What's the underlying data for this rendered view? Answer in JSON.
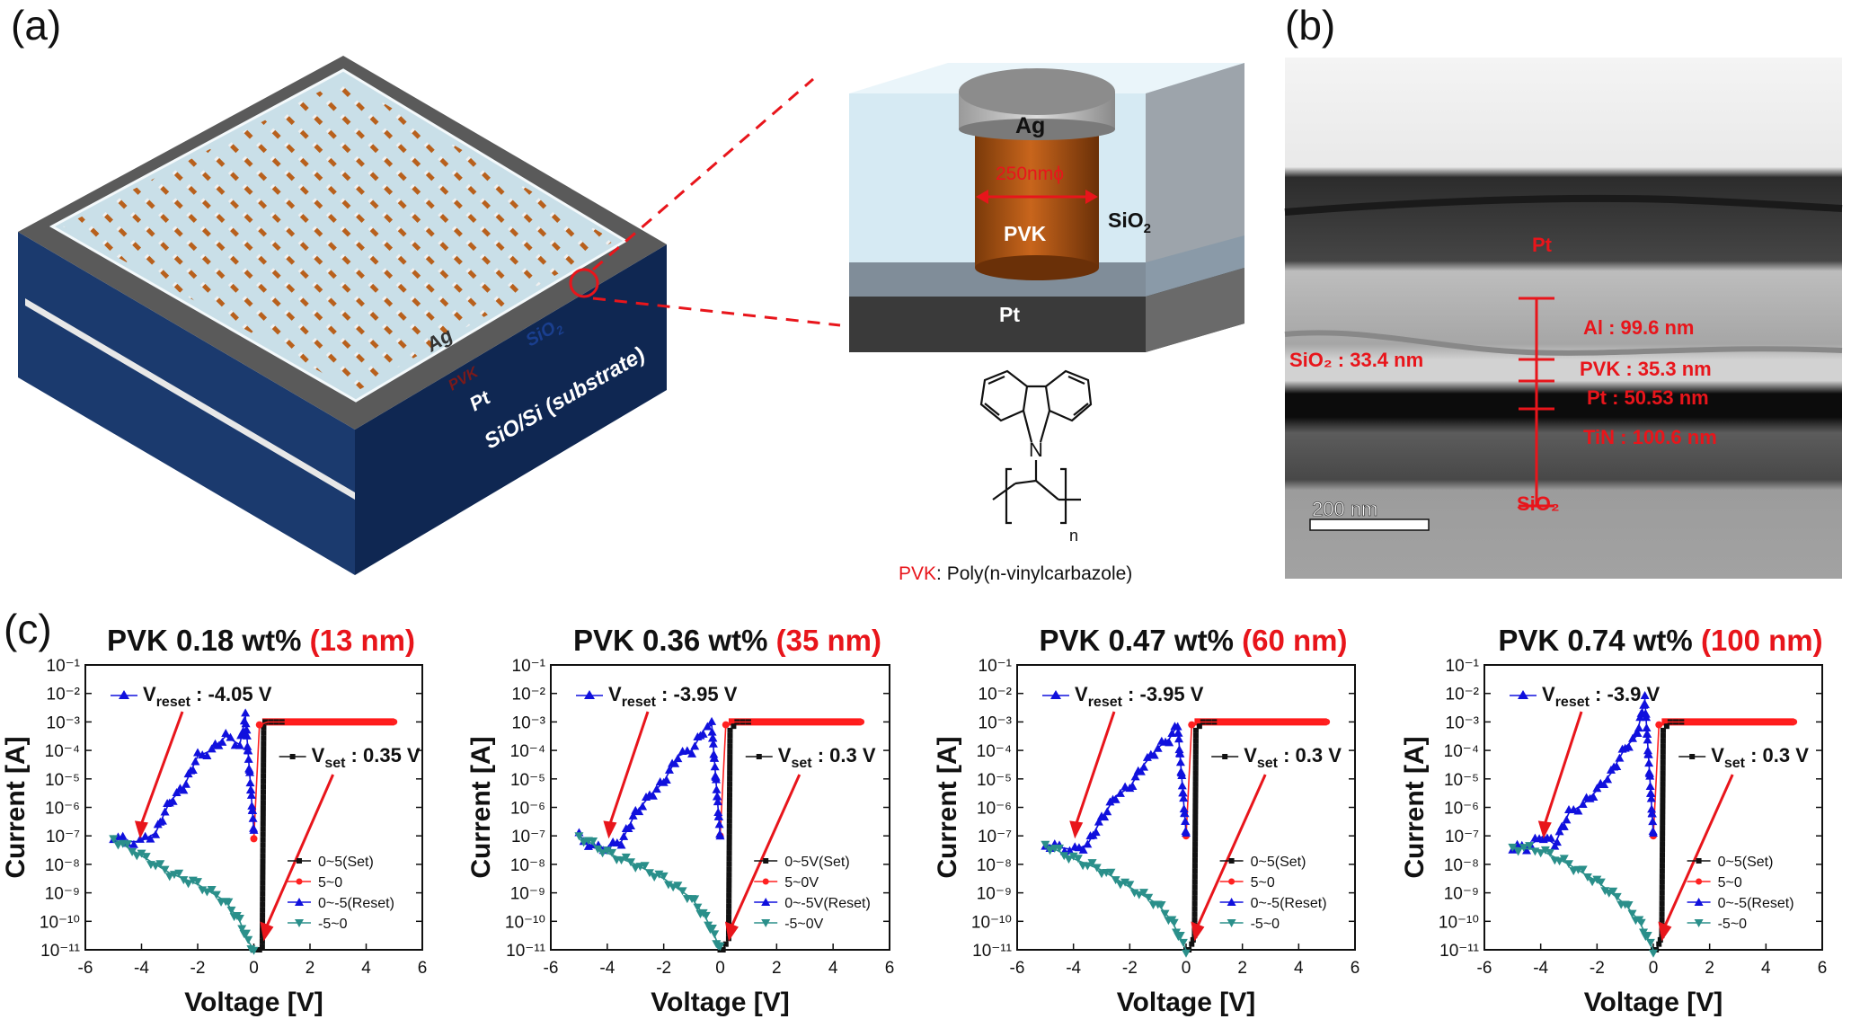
{
  "panel_labels": {
    "a": "(a)",
    "b": "(b)",
    "c": "(c)"
  },
  "panel_a": {
    "array_labels": {
      "ag": "Ag",
      "pvk": "PVK",
      "sio2": "SiO",
      "sio2_sub": "2",
      "pt": "Pt",
      "substrate": "SiO/Si (substrate)"
    },
    "cell_labels": {
      "ag": "Ag",
      "diameter": "250nmϕ",
      "pvk": "PVK",
      "sio2": "SiO",
      "sio2_sub": "2",
      "pt": "Pt"
    },
    "molecule": {
      "n_atom": "N",
      "repeat_n": "n"
    },
    "caption": {
      "red": "PVK",
      "rest": ": Poly(n-vinylcarbazole)"
    }
  },
  "panel_b": {
    "labels": {
      "pt": "Pt",
      "al": "Al : 99.6 nm",
      "sio2_thick": "SiO₂ : 33.4 nm",
      "pvk": "PVK : 35.3 nm",
      "pt_thick": "Pt : 50.53 nm",
      "tin": "TiN : 100.6 nm",
      "sio2_bottom": "SiO₂",
      "scale": "200 nm"
    }
  },
  "colors": {
    "red": "#e8151b",
    "set": "#111111",
    "reset_back": "#ff2020",
    "reset": "#1010dd",
    "neg": "#2a8f8a"
  },
  "chart_data": [
    {
      "type": "scatter",
      "title": "PVK 0.18 wt%",
      "title_highlight": "(13 nm)",
      "xlabel": "Voltage [V]",
      "ylabel": "Current [A]",
      "xlim": [
        -6,
        6
      ],
      "ylim_exp": [
        -11,
        -1
      ],
      "log_y": true,
      "xticks": [
        "-6",
        "-4",
        "-2",
        "0",
        "2",
        "4",
        "6"
      ],
      "vreset": {
        "label_main": "V",
        "label_sub": "reset",
        "label_value": ": -4.05 V",
        "x": -4.05
      },
      "vset": {
        "label_main": "V",
        "label_sub": "set",
        "label_value": ": 0.35 V",
        "x": 0.35
      },
      "legend": [
        "0~5(Set)",
        "5~0",
        "0~-5(Reset)",
        "-5~0"
      ],
      "compliance_exp": -3,
      "reset_peak_exp": -2.8,
      "series": [
        {
          "name": "0~5(Set)",
          "x": [
            0.0,
            0.1,
            0.2,
            0.3,
            0.35,
            0.4,
            0.6,
            0.8,
            1.0
          ],
          "y_exp": [
            -11,
            -11,
            -11,
            -10.9,
            -3.2,
            -3.0,
            -3.0,
            -3.0,
            -3.0
          ]
        },
        {
          "name": "5~0",
          "x": [
            5.0,
            4.0,
            3.0,
            2.0,
            1.0,
            0.5,
            0.2,
            0.0
          ],
          "y_exp": [
            -3.0,
            -3.0,
            -3.0,
            -3.0,
            -3.0,
            -3.0,
            -3.1,
            -7.1
          ]
        },
        {
          "name": "0~-5(Reset)",
          "x": [
            0.0,
            -0.3,
            -0.5,
            -1.0,
            -1.5,
            -2.0,
            -2.5,
            -3.0,
            -3.5,
            -4.05,
            -4.5,
            -5.0
          ],
          "y_exp": [
            -6.8,
            -2.8,
            -3.8,
            -3.5,
            -4.0,
            -4.2,
            -5.3,
            -5.8,
            -6.9,
            -7.2,
            -7.2,
            -7.0
          ]
        },
        {
          "name": "-5~0",
          "x": [
            -5.0,
            -4.0,
            -3.0,
            -2.0,
            -1.0,
            -0.5,
            -0.2,
            0.0
          ],
          "y_exp": [
            -7.1,
            -7.7,
            -8.3,
            -8.7,
            -9.3,
            -10.0,
            -10.7,
            -11.0
          ]
        }
      ]
    },
    {
      "type": "scatter",
      "title": "PVK 0.36 wt%",
      "title_highlight": "(35 nm)",
      "xlabel": "Voltage [V]",
      "ylabel": "Current [A]",
      "xlim": [
        -6,
        6
      ],
      "ylim_exp": [
        -11,
        -1
      ],
      "log_y": true,
      "xticks": [
        "-6",
        "-4",
        "-2",
        "0",
        "2",
        "4",
        "6"
      ],
      "vreset": {
        "label_main": "V",
        "label_sub": "reset",
        "label_value": ": -3.95 V",
        "x": -3.95
      },
      "vset": {
        "label_main": "V",
        "label_sub": "set",
        "label_value": ": 0.3 V",
        "x": 0.3
      },
      "legend": [
        "0~5V(Set)",
        "5~0V",
        "0~-5V(Reset)",
        "-5~0V"
      ],
      "compliance_exp": -3,
      "reset_peak_exp": -3.1,
      "series": [
        {
          "name": "0~5V(Set)",
          "x": [
            0.0,
            0.1,
            0.2,
            0.3,
            0.35,
            0.6,
            1.0
          ],
          "y_exp": [
            -11,
            -11,
            -10.8,
            -10.6,
            -3.3,
            -3.0,
            -3.0
          ]
        },
        {
          "name": "5~0V",
          "x": [
            5.0,
            4.0,
            3.0,
            2.0,
            1.0,
            0.5,
            0.2,
            0.0
          ],
          "y_exp": [
            -3.0,
            -3.0,
            -3.0,
            -3.0,
            -3.0,
            -3.0,
            -3.1,
            -7.0
          ]
        },
        {
          "name": "0~-5V(Reset)",
          "x": [
            0.0,
            -0.3,
            -0.6,
            -1.0,
            -1.5,
            -2.0,
            -2.5,
            -3.0,
            -3.5,
            -3.95,
            -4.5,
            -5.0
          ],
          "y_exp": [
            -7.0,
            -3.1,
            -3.3,
            -4.0,
            -4.2,
            -5.1,
            -5.6,
            -6.2,
            -7.2,
            -7.4,
            -7.4,
            -7.0
          ]
        },
        {
          "name": "-5~0V",
          "x": [
            -5.0,
            -4.0,
            -3.0,
            -2.0,
            -1.0,
            -0.5,
            -0.2,
            0.0
          ],
          "y_exp": [
            -7.0,
            -7.6,
            -8.0,
            -8.5,
            -9.2,
            -9.9,
            -10.5,
            -11.0
          ]
        }
      ]
    },
    {
      "type": "scatter",
      "title": "PVK 0.47 wt%",
      "title_highlight": "(60 nm)",
      "xlabel": "Voltage [V]",
      "ylabel": "Current [A]",
      "xlim": [
        -6,
        6
      ],
      "ylim_exp": [
        -11,
        -1
      ],
      "log_y": true,
      "xticks": [
        "-6",
        "-4",
        "-2",
        "0",
        "2",
        "4",
        "6"
      ],
      "vreset": {
        "label_main": "V",
        "label_sub": "reset",
        "label_value": ": -3.95 V",
        "x": -3.95
      },
      "vset": {
        "label_main": "V",
        "label_sub": "set",
        "label_value": ": 0.3 V",
        "x": 0.3
      },
      "legend": [
        "0~5(Set)",
        "5~0",
        "0~-5(Reset)",
        "-5~0"
      ],
      "compliance_exp": -3,
      "reset_peak_exp": -3.1,
      "series": [
        {
          "name": "0~5(Set)",
          "x": [
            0.0,
            0.1,
            0.2,
            0.3,
            0.35,
            0.6,
            1.0
          ],
          "y_exp": [
            -11,
            -11,
            -10.8,
            -10.5,
            -3.3,
            -3.0,
            -3.0
          ]
        },
        {
          "name": "5~0",
          "x": [
            5.0,
            4.0,
            3.0,
            2.0,
            1.0,
            0.5,
            0.2,
            0.0
          ],
          "y_exp": [
            -3.0,
            -3.0,
            -3.0,
            -3.0,
            -3.0,
            -3.0,
            -3.1,
            -7.0
          ]
        },
        {
          "name": "0~-5(Reset)",
          "x": [
            0.0,
            -0.3,
            -0.6,
            -1.0,
            -1.5,
            -2.0,
            -2.5,
            -3.0,
            -3.5,
            -3.95,
            -4.5,
            -5.0
          ],
          "y_exp": [
            -6.9,
            -3.1,
            -3.6,
            -3.9,
            -4.5,
            -5.3,
            -5.6,
            -6.4,
            -7.3,
            -7.5,
            -7.4,
            -7.3
          ]
        },
        {
          "name": "-5~0",
          "x": [
            -5.0,
            -4.0,
            -3.0,
            -2.0,
            -1.0,
            -0.5,
            -0.2,
            0.0
          ],
          "y_exp": [
            -7.3,
            -7.8,
            -8.2,
            -8.8,
            -9.4,
            -10.0,
            -10.6,
            -11.0
          ]
        }
      ]
    },
    {
      "type": "scatter",
      "title": "PVK 0.74 wt%",
      "title_highlight": "(100 nm)",
      "xlabel": "Voltage [V]",
      "ylabel": "Current [A]",
      "xlim": [
        -6,
        6
      ],
      "ylim_exp": [
        -11,
        -1
      ],
      "log_y": true,
      "xticks": [
        "-6",
        "-4",
        "-2",
        "0",
        "2",
        "4",
        "6"
      ],
      "vreset": {
        "label_main": "V",
        "label_sub": "reset",
        "label_value": ": -3.9 V",
        "x": -3.9
      },
      "vset": {
        "label_main": "V",
        "label_sub": "set",
        "label_value": ": 0.3 V",
        "x": 0.3
      },
      "legend": [
        "0~5(Set)",
        "5~0",
        "0~-5(Reset)",
        "-5~0"
      ],
      "compliance_exp": -3,
      "reset_peak_exp": -2.2,
      "series": [
        {
          "name": "0~5(Set)",
          "x": [
            0.0,
            0.1,
            0.2,
            0.3,
            0.35,
            0.6,
            1.0
          ],
          "y_exp": [
            -11,
            -11,
            -10.8,
            -10.5,
            -3.3,
            -3.0,
            -3.0
          ]
        },
        {
          "name": "5~0",
          "x": [
            5.0,
            4.0,
            3.0,
            2.0,
            1.0,
            0.5,
            0.2,
            0.0
          ],
          "y_exp": [
            -3.0,
            -3.0,
            -3.0,
            -3.0,
            -3.0,
            -3.0,
            -3.1,
            -7.0
          ]
        },
        {
          "name": "0~-5(Reset)",
          "x": [
            0.0,
            -0.3,
            -0.6,
            -1.0,
            -1.5,
            -2.0,
            -2.5,
            -3.0,
            -3.5,
            -3.9,
            -4.5,
            -5.0
          ],
          "y_exp": [
            -6.9,
            -2.2,
            -3.5,
            -3.9,
            -4.8,
            -5.4,
            -5.9,
            -6.2,
            -7.3,
            -7.0,
            -7.4,
            -7.4
          ]
        },
        {
          "name": "-5~0",
          "x": [
            -5.0,
            -4.0,
            -3.0,
            -2.0,
            -1.0,
            -0.5,
            -0.2,
            0.0
          ],
          "y_exp": [
            -7.4,
            -7.5,
            -8.0,
            -8.6,
            -9.4,
            -10.0,
            -10.6,
            -11.0
          ]
        }
      ]
    }
  ]
}
